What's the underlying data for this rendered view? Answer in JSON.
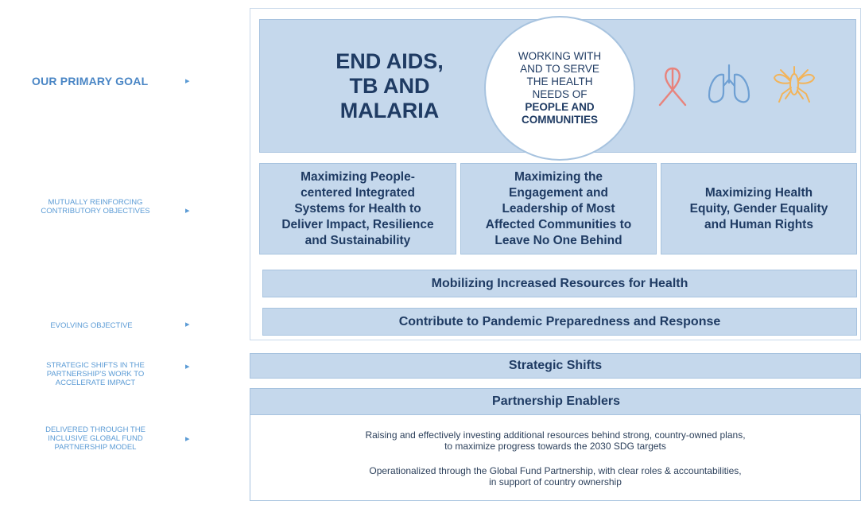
{
  "left_labels": {
    "primary_goal": "OUR PRIMARY GOAL",
    "contributory": [
      "MUTUALLY REINFORCING",
      "CONTRIBUTORY OBJECTIVES"
    ],
    "evolving": "EVOLVING OBJECTIVE",
    "shifts": [
      "STRATEGIC SHIFTS IN THE",
      "PARTNERSHIP'S WORK TO",
      "ACCELERATE IMPACT"
    ],
    "delivered": [
      "DELIVERED THROUGH THE",
      "INCLUSIVE GLOBAL FUND",
      "PARTNERSHIP MODEL"
    ],
    "arrow": "▸"
  },
  "goal": {
    "title_lines": [
      "END AIDS,",
      "TB AND",
      "MALARIA"
    ],
    "circle_lines": [
      "WORKING WITH",
      "AND TO SERVE",
      "THE HEALTH",
      "NEEDS OF"
    ],
    "circle_bold_lines": [
      "PEOPLE AND",
      "COMMUNITIES"
    ],
    "icons": [
      "ribbon-icon",
      "lungs-icon",
      "mosquito-icon"
    ]
  },
  "objectives": [
    [
      "Maximizing People-",
      "centered Integrated",
      "Systems for Health to",
      "Deliver Impact, Resilience",
      "and Sustainability"
    ],
    [
      "Maximizing the",
      "Engagement and",
      "Leadership of Most",
      "Affected Communities to",
      "Leave No One Behind"
    ],
    [
      "Maximizing Health",
      "Equity, Gender Equality",
      "and Human Rights"
    ]
  ],
  "resources_bar": "Mobilizing Increased Resources for Health",
  "pandemic_bar": "Contribute to Pandemic Preparedness and Response",
  "shifts_bar": "Strategic Shifts",
  "enablers_bar": "Partnership Enablers",
  "enablers_text": {
    "p1": [
      "Raising and effectively investing additional resources behind strong, country-owned plans,",
      "to maximize progress towards the 2030 SDG targets"
    ],
    "p2": [
      "Operationalized through the Global Fund Partnership, with clear roles & accountabilities,",
      "in support of country ownership"
    ]
  },
  "colors": {
    "box_fill": "#c5d8ec",
    "box_border": "#a7c3df",
    "dark_text": "#1f3b63",
    "side_text": "#5b9bd5",
    "ribbon": "#e8837c",
    "lungs": "#6fa0d3",
    "mosquito": "#f2b45a"
  }
}
